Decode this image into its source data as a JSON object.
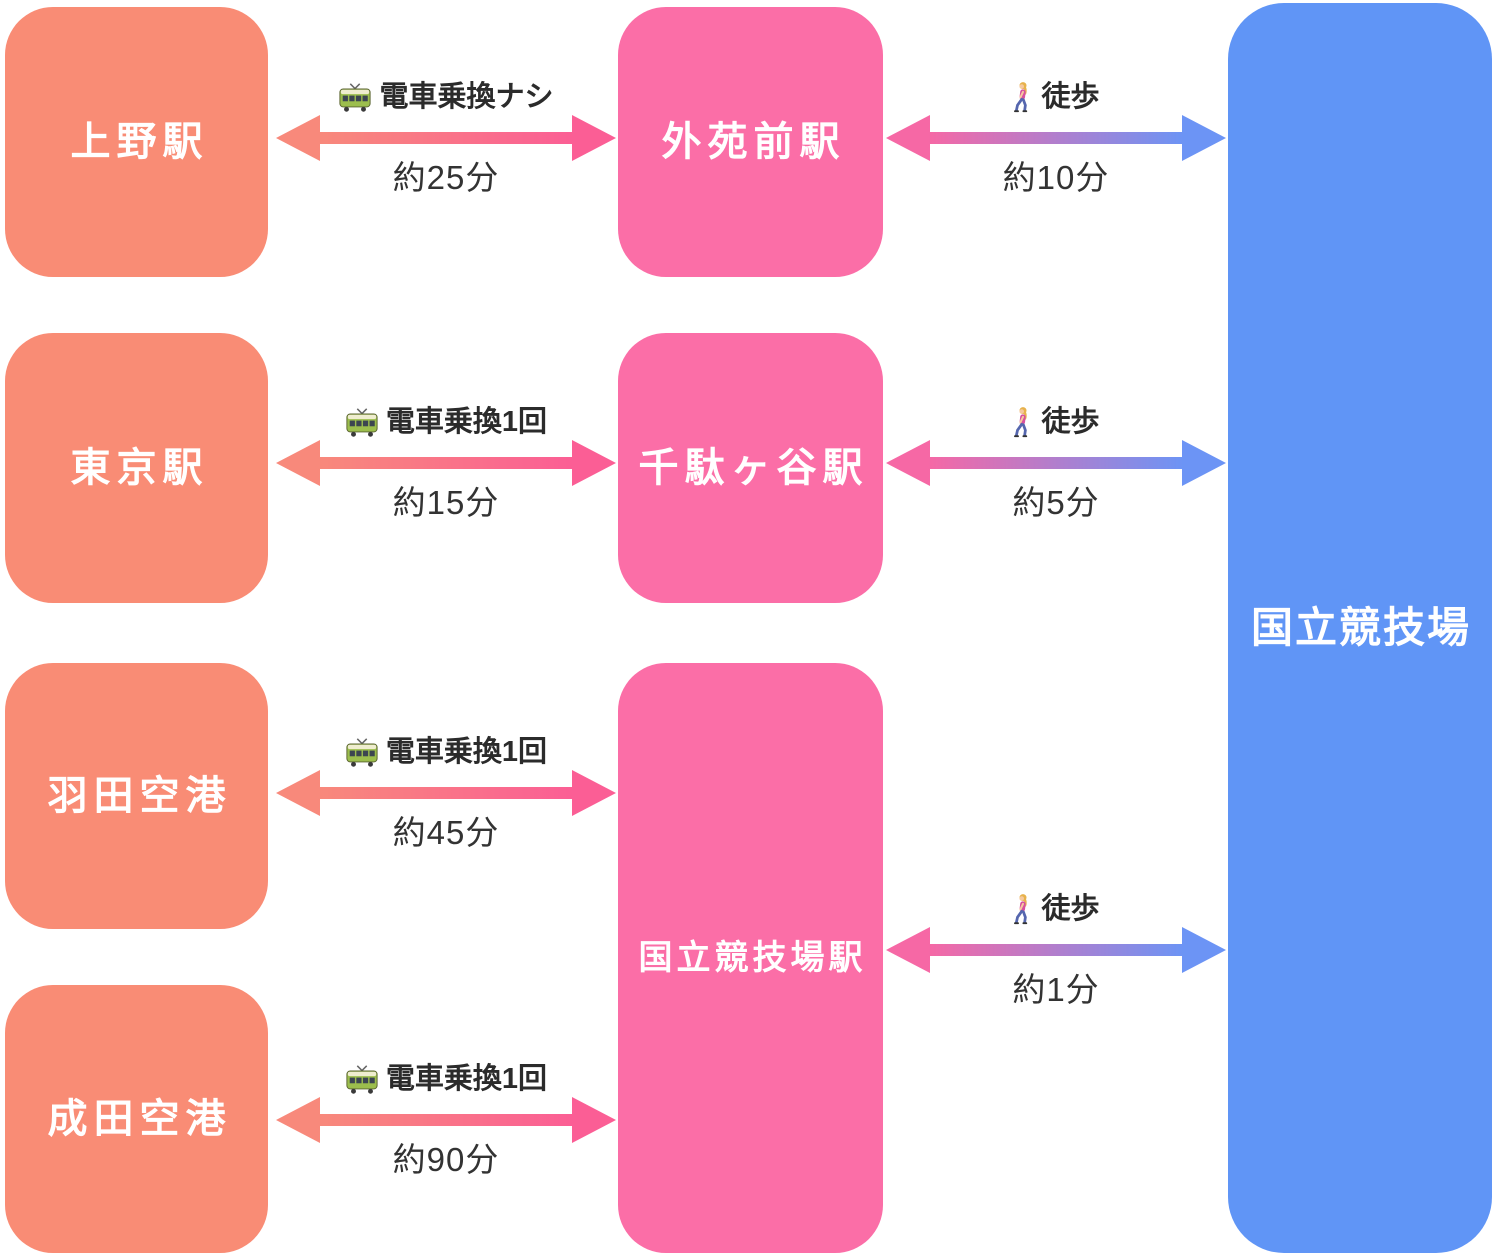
{
  "origins": [
    {
      "name": "上野駅"
    },
    {
      "name": "東京駅"
    },
    {
      "name": "羽田空港"
    },
    {
      "name": "成田空港"
    }
  ],
  "stations": [
    {
      "name": "外苑前駅"
    },
    {
      "name": "千駄ヶ谷駅"
    },
    {
      "name": "国立競技場駅"
    }
  ],
  "destination": {
    "name": "国立競技場"
  },
  "train_links": [
    {
      "icon": "train-icon",
      "label": "電車乗換ナシ",
      "time": "約25分",
      "from": "上野駅",
      "to": "外苑前駅"
    },
    {
      "icon": "train-icon",
      "label": "電車乗換1回",
      "time": "約15分",
      "from": "東京駅",
      "to": "千駄ヶ谷駅"
    },
    {
      "icon": "train-icon",
      "label": "電車乗換1回",
      "time": "約45分",
      "from": "羽田空港",
      "to": "国立競技場駅"
    },
    {
      "icon": "train-icon",
      "label": "電車乗換1回",
      "time": "約90分",
      "from": "成田空港",
      "to": "国立競技場駅"
    }
  ],
  "walk_links": [
    {
      "icon": "walker-icon",
      "label": "徒歩",
      "time": "約10分",
      "from": "外苑前駅",
      "to": "国立競技場"
    },
    {
      "icon": "walker-icon",
      "label": "徒歩",
      "time": "約5分",
      "from": "千駄ヶ谷駅",
      "to": "国立競技場"
    },
    {
      "icon": "walker-icon",
      "label": "徒歩",
      "time": "約1分",
      "from": "国立競技場駅",
      "to": "国立競技場"
    }
  ],
  "colors": {
    "origin_box": "#F98C75",
    "station_box": "#FB6EA7",
    "destination_box": "#6095F6",
    "train_arrow_left": "#F8897B",
    "train_arrow_right": "#FB5E95",
    "walk_arrow_left": "#F668A5",
    "walk_arrow_right": "#6C94F5",
    "label_text": "#2B2B2B",
    "box_text": "#FFFFFF"
  }
}
